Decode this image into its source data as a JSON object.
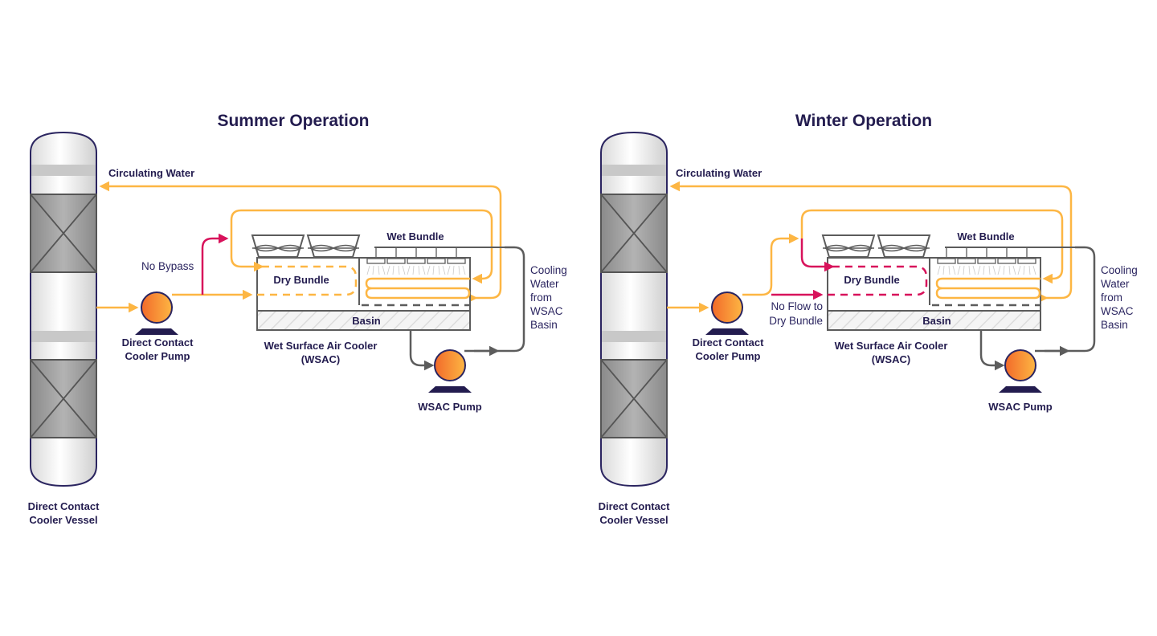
{
  "panels": [
    {
      "title": "Summer Operation",
      "vessel_label": [
        "Direct Contact",
        "Cooler Vessel"
      ],
      "circulating_label": "Circulating Water",
      "dcc_pump_label": [
        "Direct Contact",
        "Cooler Pump"
      ],
      "bypass_label": [
        "No Bypass"
      ],
      "dry_bundle_label": "Dry Bundle",
      "wet_bundle_label": "Wet Bundle",
      "basin_label": "Basin",
      "wsac_label": [
        "Wet Surface Air Cooler",
        "(WSAC)"
      ],
      "cooling_label": [
        "Cooling",
        "Water",
        "from",
        "WSAC",
        "Basin"
      ],
      "wsac_pump_label": "WSAC Pump",
      "dry_bundle_flow": "orange"
    },
    {
      "title": "Winter Operation",
      "vessel_label": [
        "Direct Contact",
        "Cooler Vessel"
      ],
      "circulating_label": "Circulating Water",
      "dcc_pump_label": [
        "Direct Contact",
        "Cooler Pump"
      ],
      "bypass_label": [
        "No Flow to",
        "Dry Bundle"
      ],
      "dry_bundle_label": "Dry Bundle",
      "wet_bundle_label": "Wet Bundle",
      "basin_label": "Basin",
      "wsac_label": [
        "Wet Surface Air Cooler",
        "(WSAC)"
      ],
      "cooling_label": [
        "Cooling",
        "Water",
        "from",
        "WSAC",
        "Basin"
      ],
      "wsac_pump_label": "WSAC Pump",
      "dry_bundle_flow": "pink"
    }
  ],
  "colors": {
    "active_flow": "#fdb643",
    "inactive_flow": "#d8125b",
    "cooling_water": "#5c5c5c",
    "text": "#231c4f",
    "pump_gradient": [
      "#f26a2a",
      "#fdb643"
    ]
  }
}
